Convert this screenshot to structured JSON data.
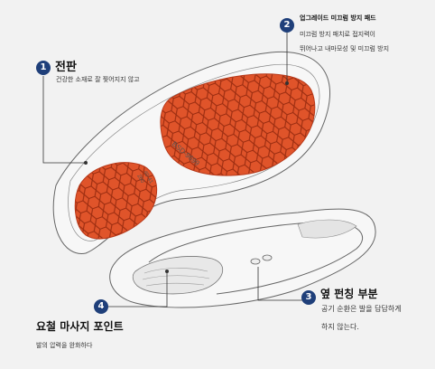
{
  "callouts": [
    {
      "number": "1",
      "title": "전판",
      "lines": [
        "건강한 소재로 잘 찢어지지 않고"
      ]
    },
    {
      "number": "2",
      "title": "업그레이드 미끄럼 방지 패드",
      "lines": [
        "미끄럼 방지 패치로 접지력이",
        "뛰어나고 내마모성 및 미끄럼 방지"
      ]
    },
    {
      "number": "3",
      "title": "옆 펀칭 부분",
      "lines": [
        "공기 순환은 발을 답답하게",
        "하지 않는다."
      ]
    },
    {
      "number": "4",
      "title": "요철 마사지 포인트",
      "lines": [
        "발의 압력을 완화하다"
      ]
    }
  ],
  "sole_marks": {
    "model": "BSD-9699",
    "size_range": "40-41",
    "size_mm": "260"
  },
  "colors": {
    "pad": "#e0542a",
    "badge": "#1f3f7a",
    "outline": "#666666",
    "background": "#f2f2f2"
  }
}
